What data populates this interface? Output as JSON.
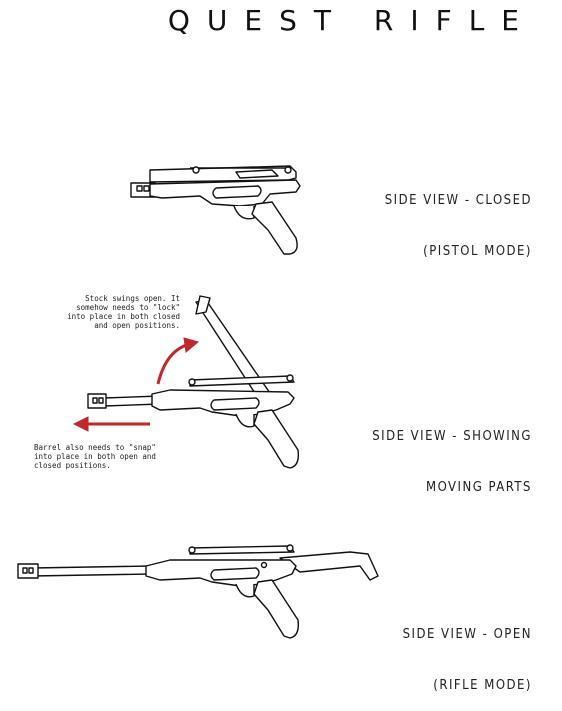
{
  "title": "QUEST RIFLE",
  "views": [
    {
      "line1": "SIDE VIEW - CLOSED",
      "line2": "(PISTOL MODE)"
    },
    {
      "line1": "SIDE VIEW - SHOWING",
      "line2": "MOVING PARTS"
    },
    {
      "line1": "SIDE VIEW - OPEN",
      "line2": "(RIFLE MODE)"
    }
  ],
  "notes": {
    "stock": "Stock swings open. It\nsomehow needs to \"lock\"\ninto place in both closed\nand open positions.",
    "barrel": "Barrel also needs to \"snap\"\ninto place in both open and\nclosed positions."
  },
  "colors": {
    "arrow": "#c0282c",
    "line": "#111111"
  }
}
